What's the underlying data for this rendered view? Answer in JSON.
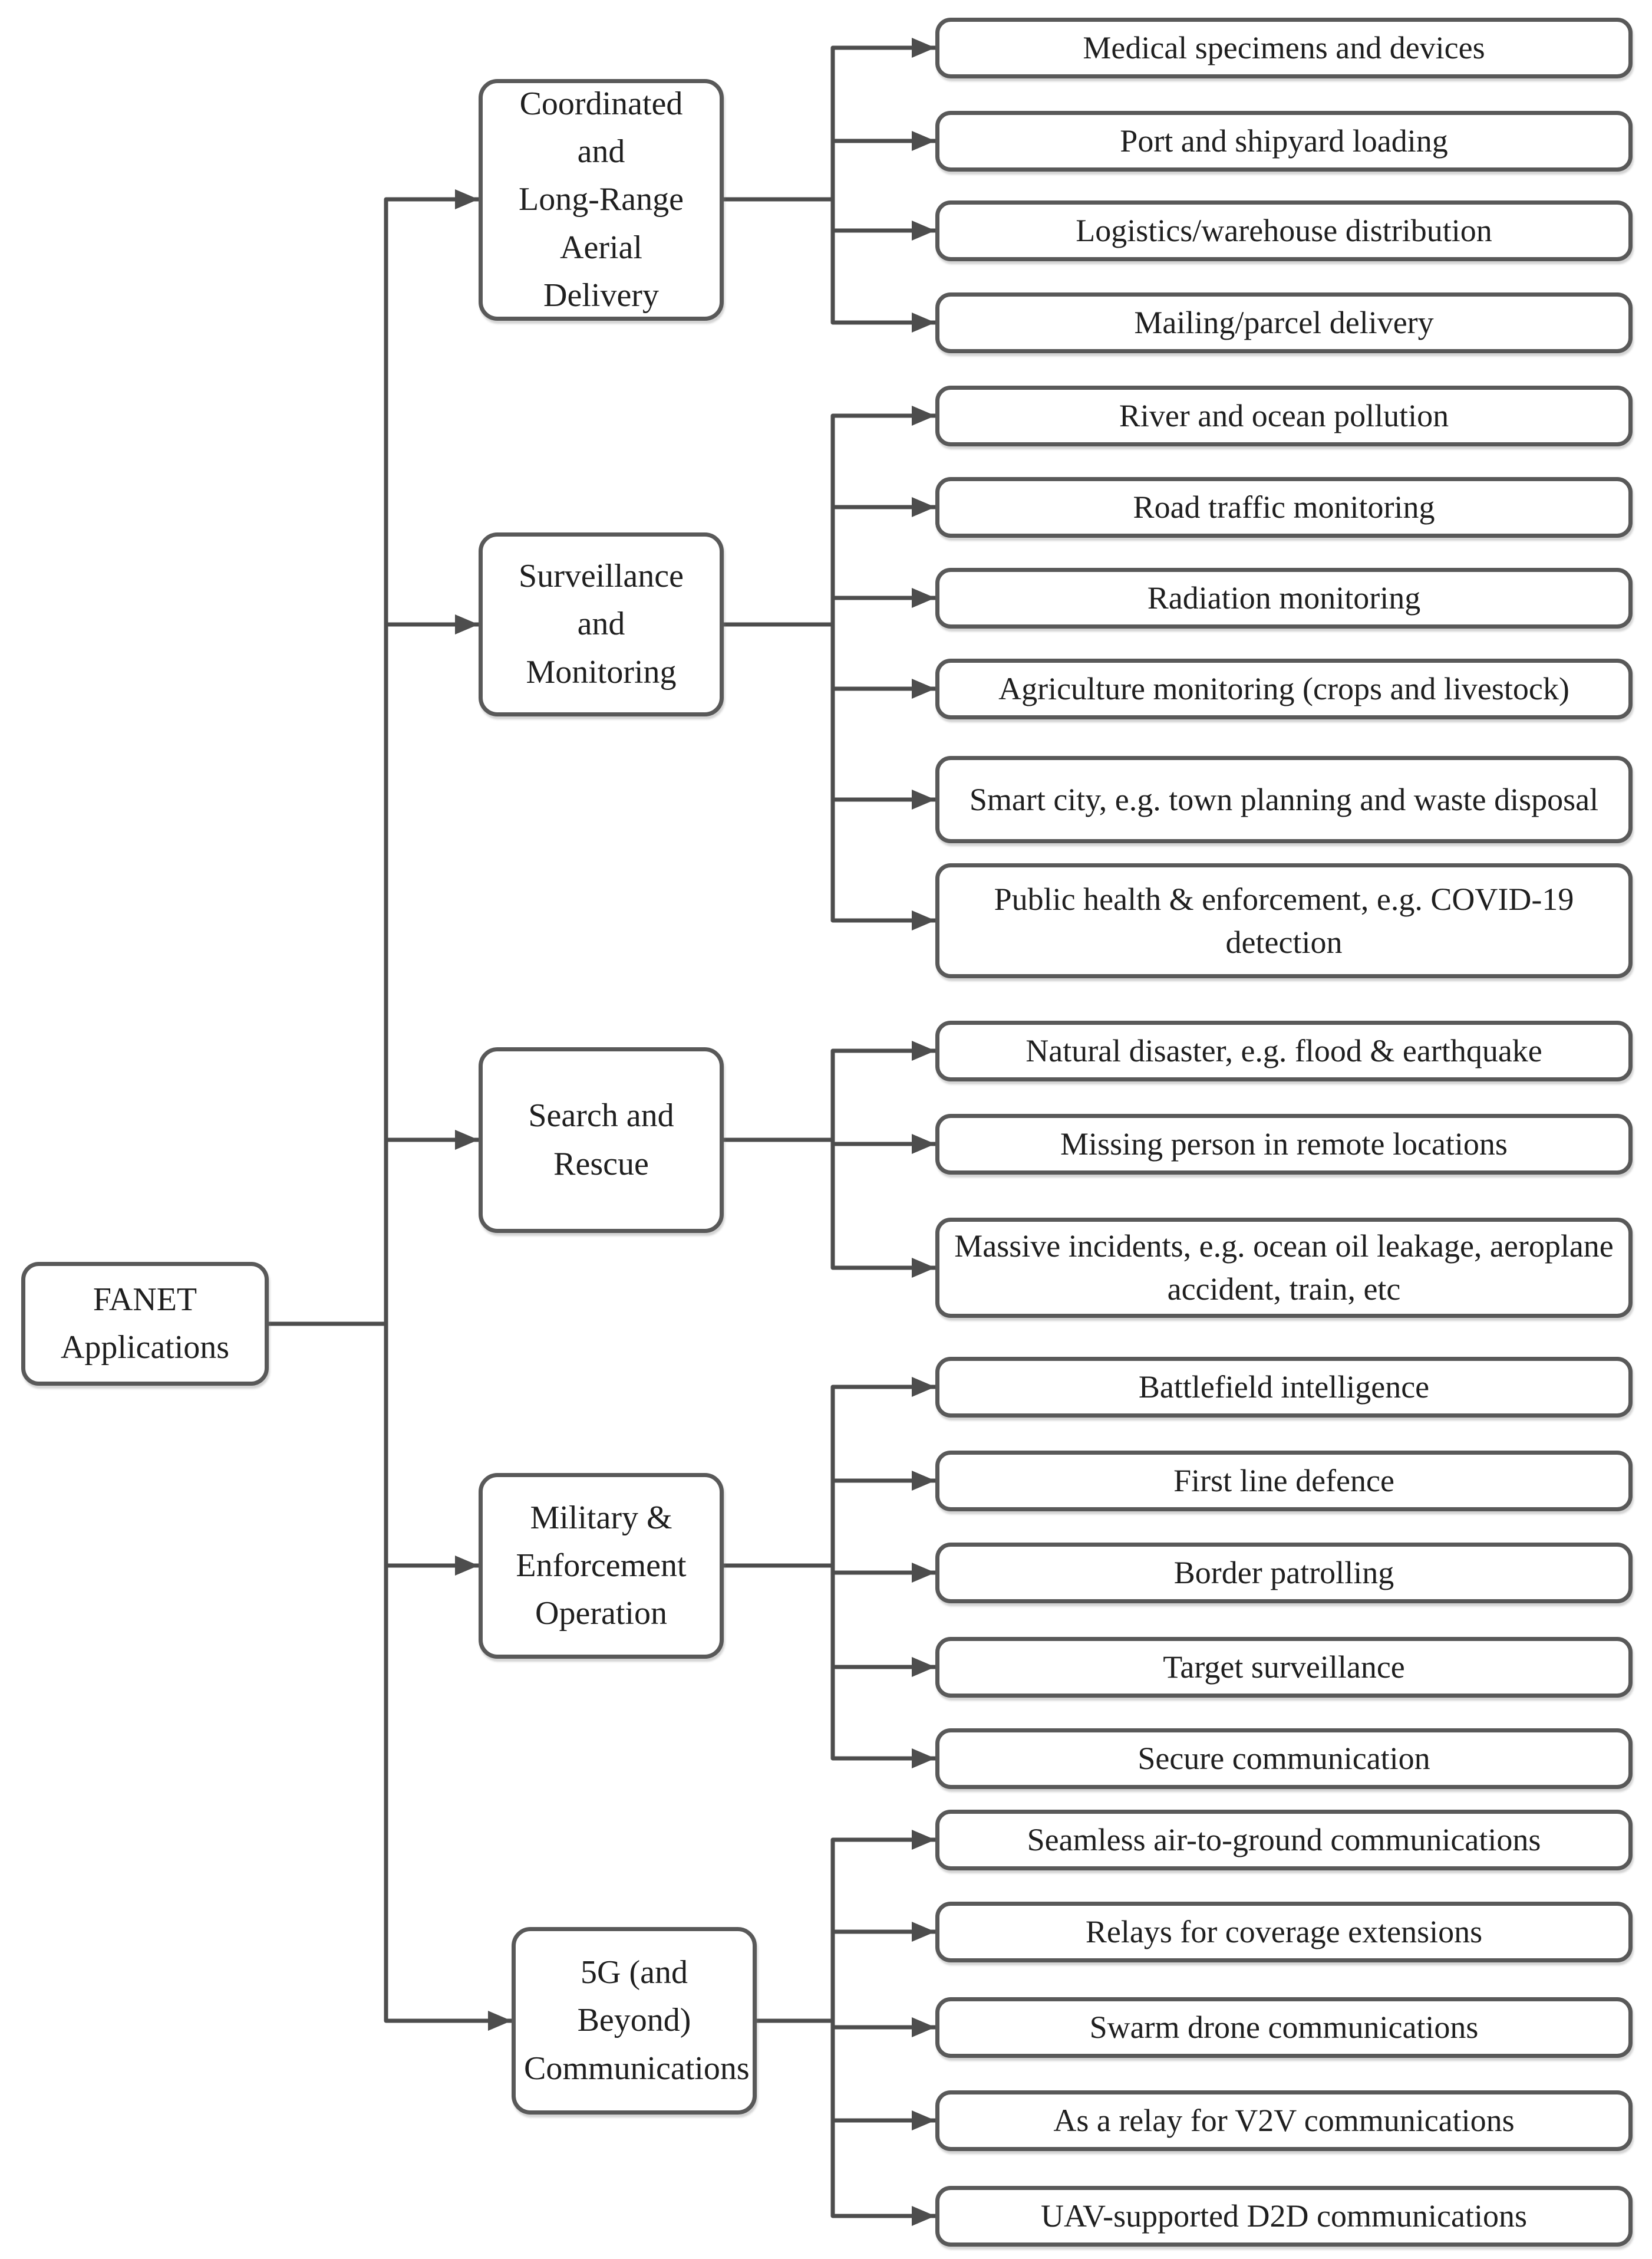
{
  "diagram": {
    "root_label": "FANET\nApplications",
    "categories": [
      {
        "label": "Coordinated\nand\nLong-Range\nAerial\nDelivery",
        "children": [
          "Medical specimens and devices",
          "Port and shipyard loading",
          "Logistics/warehouse distribution",
          "Mailing/parcel delivery"
        ]
      },
      {
        "label": "Surveillance\nand\nMonitoring",
        "children": [
          "River and ocean pollution",
          "Road traffic monitoring",
          "Radiation monitoring",
          "Agriculture monitoring (crops and livestock)",
          "Smart city, e.g. town planning and waste disposal",
          "Public health & enforcement, e.g. COVID-19 detection"
        ]
      },
      {
        "label": "Search and\nRescue",
        "children": [
          "Natural disaster, e.g. flood & earthquake",
          "Missing person in remote locations",
          "Massive incidents, e.g. ocean oil leakage, aeroplane accident, train, etc"
        ]
      },
      {
        "label": "Military &\nEnforcement\nOperation",
        "children": [
          "Battlefield intelligence",
          "First line defence",
          "Border patrolling",
          "Target surveillance",
          "Secure communication"
        ]
      },
      {
        "label": "5G (and\nBeyond)\nCommunications",
        "children": [
          "Seamless air-to-ground communications",
          "Relays for coverage extensions",
          "Swarm drone communications",
          "As a relay for V2V communications",
          "UAV-supported D2D communications"
        ]
      }
    ],
    "colors": {
      "box_border": "#595959",
      "connector": "#4d4d4d",
      "text": "#1f1f1f",
      "box_fill": "#ffffff"
    }
  }
}
